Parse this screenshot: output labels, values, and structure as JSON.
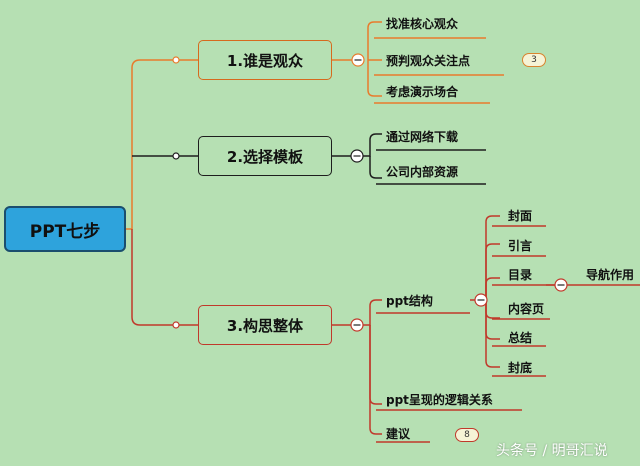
{
  "root": {
    "label": "PPT七步"
  },
  "topics": [
    {
      "label": "1.谁是观众",
      "children": [
        {
          "label": "找准核心观众"
        },
        {
          "label": "预判观众关注点",
          "badge": "3"
        },
        {
          "label": "考虑演示场合"
        }
      ]
    },
    {
      "label": "2.选择模板",
      "children": [
        {
          "label": "通过网络下载"
        },
        {
          "label": "公司内部资源"
        }
      ]
    },
    {
      "label": "3.构思整体",
      "children": [
        {
          "label": "ppt结构",
          "children": [
            {
              "label": "封面"
            },
            {
              "label": "引言"
            },
            {
              "label": "目录",
              "children": [
                {
                  "label": "导航作用"
                }
              ]
            },
            {
              "label": "内容页"
            },
            {
              "label": "总结"
            },
            {
              "label": "封底"
            }
          ]
        },
        {
          "label": "ppt呈现的逻辑关系"
        },
        {
          "label": "建议",
          "badge": "8"
        }
      ]
    }
  ],
  "watermark": "头条号 / 明哥汇说",
  "colors": {
    "background": "#b6e0b3",
    "root_fill": "#2ea3dc",
    "branch_orange": "#e87b2c",
    "branch_dark": "#1e1e1e",
    "branch_red": "#c0392b"
  }
}
